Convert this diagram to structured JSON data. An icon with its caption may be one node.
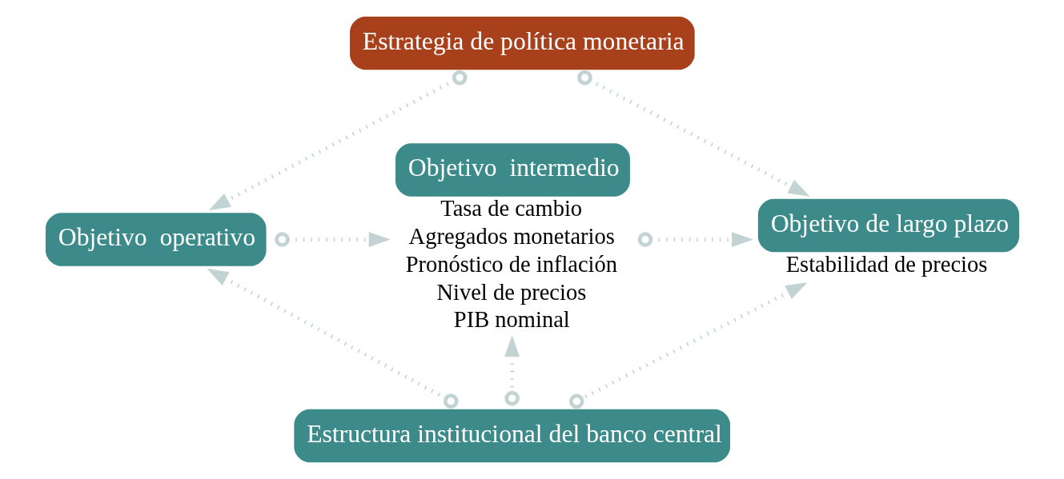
{
  "diagram": {
    "nodes": [
      {
        "text": [
          "Estrategia de política monetaria"
        ]
      },
      {
        "text": [
          "Objetivo  operativo"
        ]
      },
      {
        "text": [
          "Objetivo  intermedio"
        ],
        "beside": [
          "Tasa de cambio",
          "Agregados monetarios",
          "Pronóstico de inflación",
          "Nivel de precios",
          "PIB nominal"
        ]
      },
      {
        "text": [
          "Objetivo de largo plazo"
        ],
        "beside": [
          "Estabilidad de precios"
        ]
      },
      {
        "text": [
          "Estructura institucional del banco central"
        ]
      }
    ],
    "edges": [
      {
        "from": 0,
        "to": 1,
        "arrow": "to"
      },
      {
        "from": 0,
        "to": 3,
        "arrow": "to"
      },
      {
        "from": 1,
        "to": 2,
        "arrow": "to"
      },
      {
        "from": 2,
        "to": 3,
        "arrow": "to"
      },
      {
        "from": 4,
        "to": 1,
        "arrow": "to"
      },
      {
        "from": 4,
        "to": 2,
        "arrow": "to"
      },
      {
        "from": 4,
        "to": 3,
        "arrow": "to"
      }
    ]
  }
}
